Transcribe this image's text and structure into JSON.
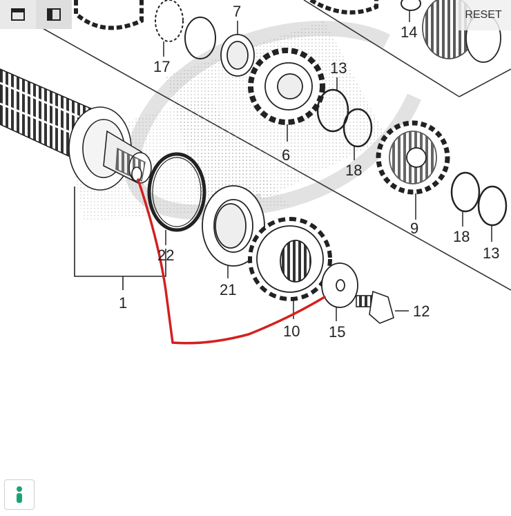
{
  "toolbar": {
    "reset_label": "RESET",
    "icons": [
      "panel-top-icon",
      "panel-left-icon"
    ]
  },
  "diagram": {
    "labels": {
      "p1": "1",
      "p6": "6",
      "p7": "7",
      "p9": "9",
      "p10": "10",
      "p12": "12",
      "p13a": "13",
      "p13b": "13",
      "p14": "14",
      "p15": "15",
      "p17": "17",
      "p18a": "18",
      "p18b": "18",
      "p21": "21",
      "p22": "22"
    }
  },
  "colors": {
    "annotation": "#d42020",
    "accent": "#1aa37a"
  },
  "bottom_control": {
    "icon": "accessibility-icon"
  }
}
